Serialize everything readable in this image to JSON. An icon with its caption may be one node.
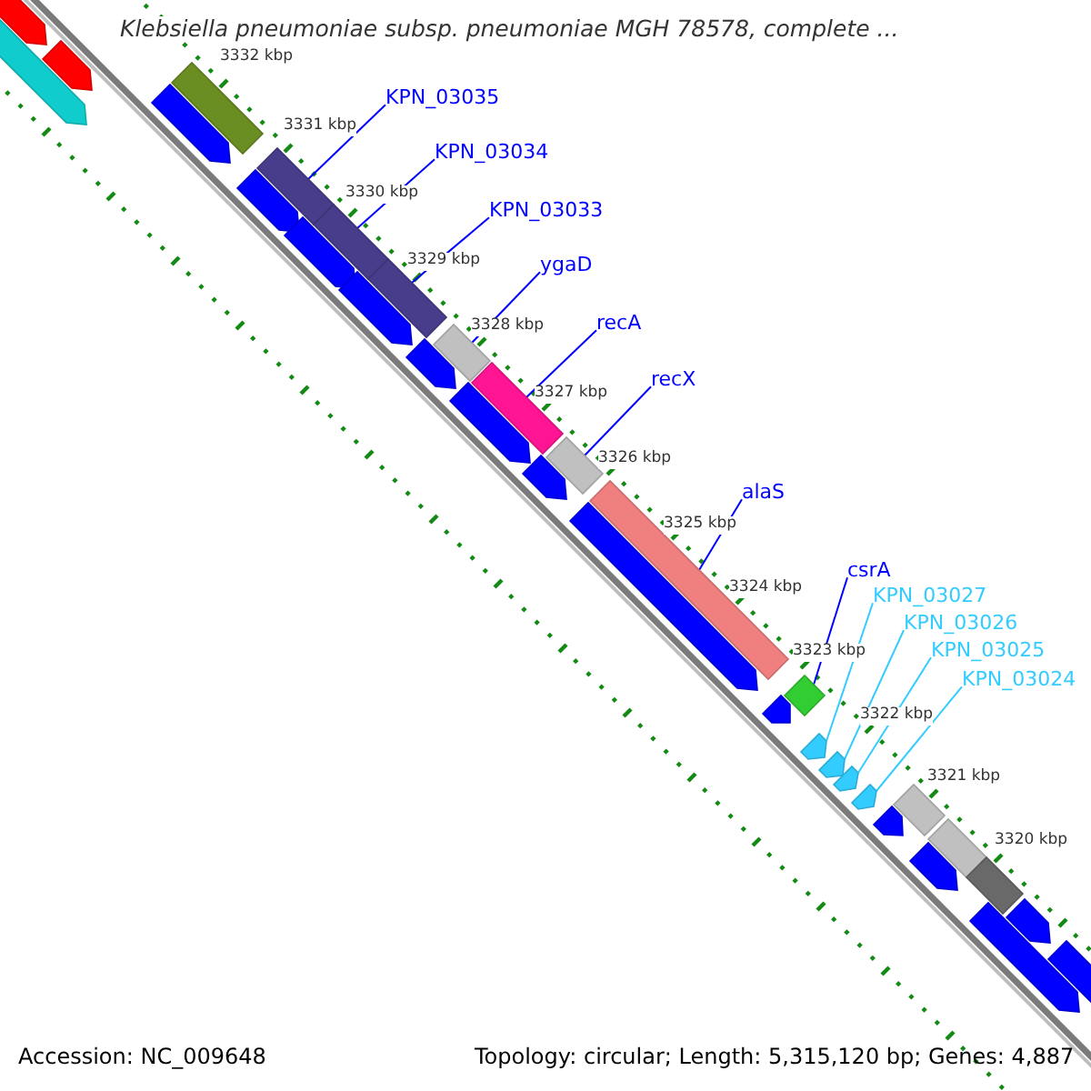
{
  "diagram": {
    "title": "Klebsiella pneumoniae subsp. pneumoniae MGH 78578, complete ...",
    "nodes": [
      {
        "text": [
          "KPN_03035"
        ]
      },
      {
        "text": [
          "KPN_03034"
        ]
      },
      {
        "text": [
          "KPN_03033"
        ]
      },
      {
        "text": [
          "ygaD"
        ]
      },
      {
        "text": [
          "recA"
        ]
      },
      {
        "text": [
          "recX"
        ]
      },
      {
        "text": [
          "alaS"
        ]
      },
      {
        "text": [
          "csrA"
        ]
      },
      {
        "text": [
          "KPN_03027"
        ]
      },
      {
        "text": [
          "KPN_03026"
        ]
      },
      {
        "text": [
          "KPN_03025"
        ]
      },
      {
        "text": [
          "KPN_03024"
        ]
      },
      {
        "text": [],
        "shape": "pentagon"
      },
      {
        "text": [],
        "shape": "pentagon"
      },
      {
        "text": [],
        "shape": "pentagon"
      },
      {
        "text": [],
        "shape": "pentagon"
      },
      {
        "text": [],
        "shape": "bar"
      },
      {
        "text": [],
        "shape": "bar"
      },
      {
        "text": [],
        "shape": "pentagon"
      },
      {
        "text": [],
        "shape": "pentagon"
      },
      {
        "text": [],
        "shape": "bar"
      },
      {
        "text": [],
        "shape": "pentagon"
      },
      {
        "text": [],
        "shape": "bar"
      },
      {
        "text": [],
        "shape": "pentagon"
      },
      {
        "text": [],
        "shape": "bar"
      },
      {
        "text": [],
        "shape": "pentagon"
      },
      {
        "text": [],
        "shape": "bar"
      },
      {
        "text": [],
        "shape": "pentagon"
      },
      {
        "text": [],
        "shape": "bar"
      },
      {
        "text": [],
        "shape": "pentagon"
      },
      {
        "text": [],
        "shape": "bar"
      },
      {
        "text": [],
        "shape": "pentagon"
      },
      {
        "text": [],
        "shape": "bar"
      },
      {
        "text": [],
        "shape": "pentagon"
      },
      {
        "text": [],
        "shape": "pentagon"
      },
      {
        "text": [],
        "shape": "pentagon"
      },
      {
        "text": [],
        "shape": "pentagon"
      },
      {
        "text": [],
        "shape": "bar"
      },
      {
        "text": [],
        "shape": "pentagon"
      },
      {
        "text": [],
        "shape": "bar"
      },
      {
        "text": [],
        "shape": "pentagon"
      },
      {
        "text": [],
        "shape": "bar"
      },
      {
        "text": [],
        "shape": "pentagon"
      },
      {
        "text": [],
        "shape": "pentagon"
      },
      {
        "text": [],
        "shape": "pentagon"
      }
    ],
    "edges": [
      {
        "from": 0,
        "to": 17,
        "arrow": "none"
      },
      {
        "from": 1,
        "to": 20,
        "arrow": "none"
      },
      {
        "from": 2,
        "to": 22,
        "arrow": "none"
      },
      {
        "from": 3,
        "to": 24,
        "arrow": "none"
      },
      {
        "from": 4,
        "to": 26,
        "arrow": "none"
      },
      {
        "from": 5,
        "to": 28,
        "arrow": "none"
      },
      {
        "from": 6,
        "to": 30,
        "arrow": "none"
      },
      {
        "from": 7,
        "to": 32,
        "arrow": "none"
      },
      {
        "from": 8,
        "to": 33,
        "arrow": "none",
        "color": "#33ccff"
      },
      {
        "from": 9,
        "to": 34,
        "arrow": "none",
        "color": "#33ccff"
      },
      {
        "from": 10,
        "to": 35,
        "arrow": "none",
        "color": "#33ccff"
      },
      {
        "from": 11,
        "to": 36,
        "arrow": "none",
        "color": "#33ccff"
      }
    ],
    "labels": [
      "3332 kbp",
      "3331 kbp",
      "3330 kbp",
      "3329 kbp",
      "3328 kbp",
      "3327 kbp",
      "3326 kbp",
      "3325 kbp",
      "3324 kbp",
      "3323 kbp",
      "3322 kbp",
      "3321 kbp",
      "3320 kbp",
      "Accession: NC_009648",
      "Topology: circular; Length: 5,315,120 bp; Genes: 4,887"
    ]
  }
}
